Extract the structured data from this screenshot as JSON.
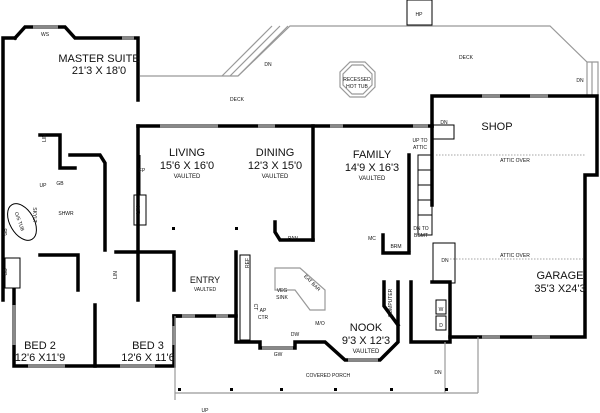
{
  "rooms": {
    "master": {
      "name": "MASTER SUITE",
      "dims": "21'3 X 18'0"
    },
    "living": {
      "name": "LIVING",
      "dims": "15'6 X 16'0",
      "note": "VAULTED"
    },
    "dining": {
      "name": "DINING",
      "dims": "12'3 X 15'0",
      "note": "VAULTED"
    },
    "family": {
      "name": "FAMILY",
      "dims": "14'9 X 16'3",
      "note": "VAULTED"
    },
    "shop": {
      "name": "SHOP"
    },
    "garage": {
      "name": "GARAGE",
      "dims": "35'3 X24'3"
    },
    "nook": {
      "name": "NOOK",
      "dims": "9'3 X 12'3",
      "note": "VAULTED"
    },
    "bed2": {
      "name": "BED 2",
      "dims": "12'6 X11'9"
    },
    "bed3": {
      "name": "BED 3",
      "dims": "12'6 X 11'6"
    },
    "entry": {
      "name": "ENTRY",
      "note": "VAULTED"
    }
  },
  "labels": {
    "ws": "WS",
    "deck": "DECK",
    "dn": "DN",
    "hp": "HP",
    "hot_tub_1": "RECESSED",
    "hot_tub_2": "HOT TUB",
    "up_to_attic_1": "UP TO",
    "up_to_attic_2": "ATTIC",
    "attic_over": "ATTIC OVER",
    "dn_bsmt_1": "DN TO",
    "dn_bsmt_2": "BSMT",
    "mc": "MC",
    "brm": "BRM",
    "computer": "COMPUTER",
    "w": "W",
    "d": "D",
    "covered_porch": "COVERED PORCH",
    "gw": "GW",
    "dw": "DW",
    "mo": "M/O",
    "ap": "AP",
    "ctr": "CTR",
    "ct": "CT",
    "veg": "VEG",
    "sink": "SINK",
    "eat_bar": "EAT BAR",
    "pan": "PAN",
    "ref": "REF",
    "up": "UP",
    "lin": "LIN",
    "fp": "FP",
    "shwr": "SHWR",
    "gb": "GB",
    "os_tub": "O/S TUB",
    "skylt": "SKYLT"
  }
}
